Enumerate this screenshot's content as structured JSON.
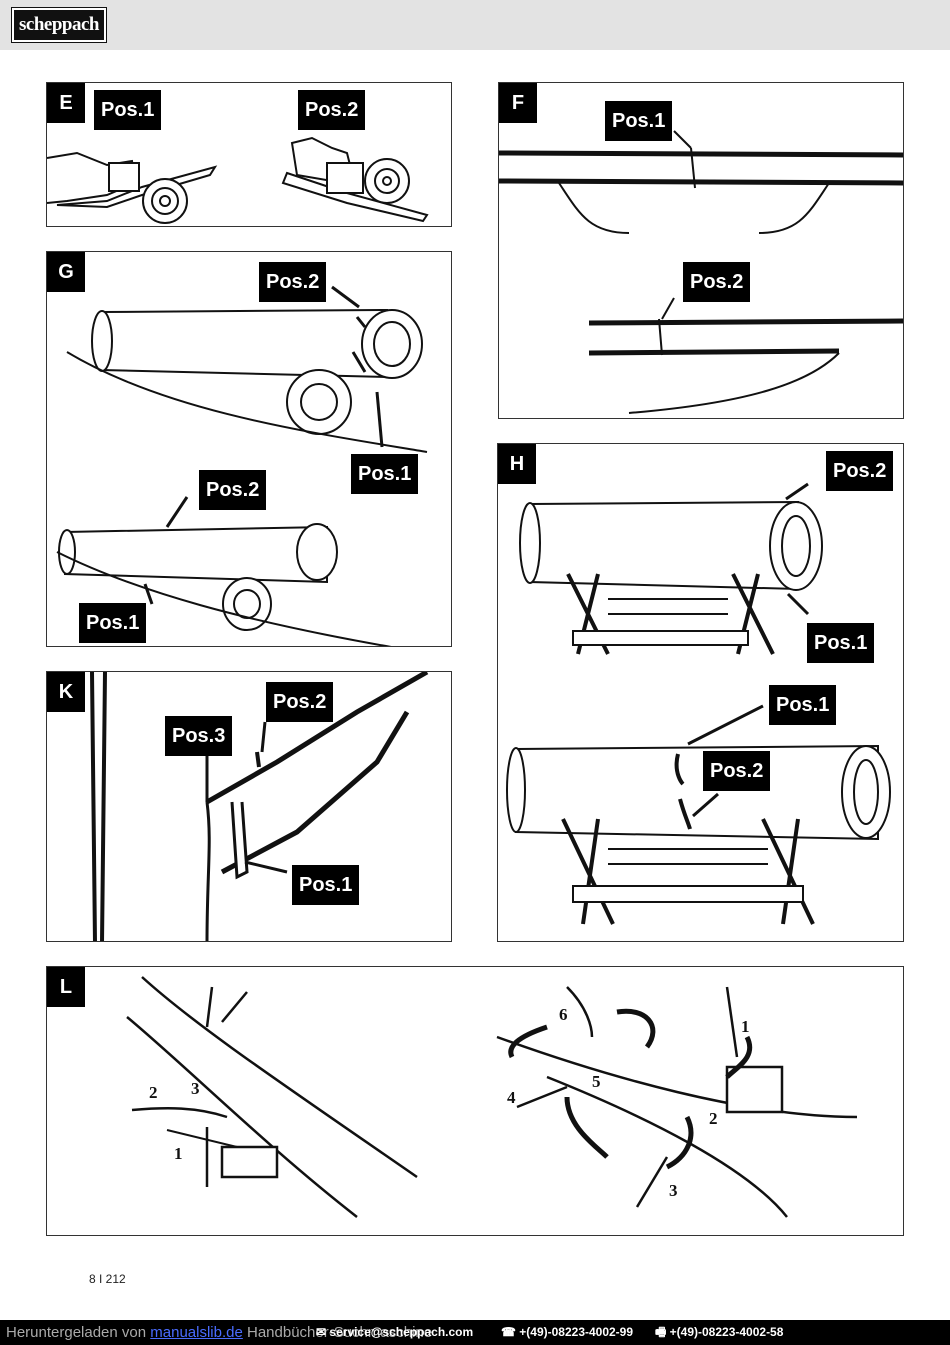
{
  "header": {
    "logo_text": "scheppach"
  },
  "panels": {
    "E": {
      "letter": "E",
      "pos1": "Pos.1",
      "pos2": "Pos.2"
    },
    "F": {
      "letter": "F",
      "pos1": "Pos.1",
      "pos2": "Pos.2"
    },
    "G": {
      "letter": "G",
      "pos2_top": "Pos.2",
      "pos1_top": "Pos.1",
      "pos2_bottom": "Pos.2",
      "pos1_bottom": "Pos.1"
    },
    "H": {
      "letter": "H",
      "pos2_top": "Pos.2",
      "pos1_top": "Pos.1",
      "pos1_bottom": "Pos.1",
      "pos2_bottom": "Pos.2"
    },
    "K": {
      "letter": "K",
      "pos2": "Pos.2",
      "pos3": "Pos.3",
      "pos1": "Pos.1"
    },
    "L": {
      "letter": "L",
      "left_numbers": [
        "2",
        "3",
        "1"
      ],
      "right_numbers": [
        "6",
        "1",
        "5",
        "4",
        "2",
        "3"
      ]
    }
  },
  "page_number": "8 I 212",
  "footer": {
    "downloaded_prefix": "Heruntergeladen von ",
    "site_link": "manualslib.de",
    "site_suffix": " Handbücher-Suchmaschine",
    "web_fragment": "ach.com",
    "email": "✉ service@scheppach.com",
    "phone": "☎ +(49)-08223-4002-99",
    "fax": "🖷 +(49)-08223-4002-58"
  }
}
